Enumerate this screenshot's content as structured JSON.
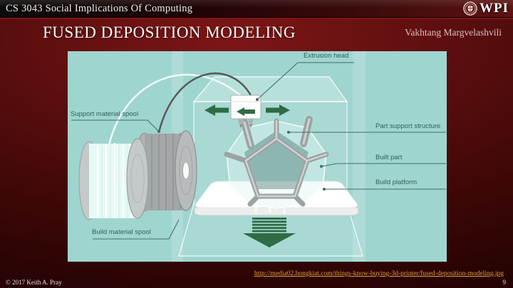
{
  "header": {
    "course_title": "CS 3043 Social Implications Of Computing",
    "logo": {
      "text": "WPI",
      "icon": "wpi-shield-icon"
    }
  },
  "slide": {
    "title": "FUSED DEPOSITION MODELING",
    "presenter": "Vakhtang Margvelashvili"
  },
  "figure": {
    "labels": {
      "extrusion_head": "Extrusion head",
      "support_material_spool": "Support material spool",
      "part_support_structure": "Part support structure",
      "built_part": "Built part",
      "build_platform": "Build platform",
      "build_material_spool": "Build material spool"
    },
    "colors": {
      "background": "#9fd5cf",
      "label_text": "#2f6159",
      "arrow_green": "#2f6b45"
    }
  },
  "footer": {
    "source_url": "http://media02.hongkiat.com/things-know-buying-3d-printer/fused-deposition-modeling.jpg",
    "copyright": "© 2017 Keith A. Pray",
    "page_number": "9"
  },
  "theme": {
    "slide_red": "#5f0f0f",
    "bar_rule_red": "#7e1616",
    "url_color": "#dfa13f"
  }
}
